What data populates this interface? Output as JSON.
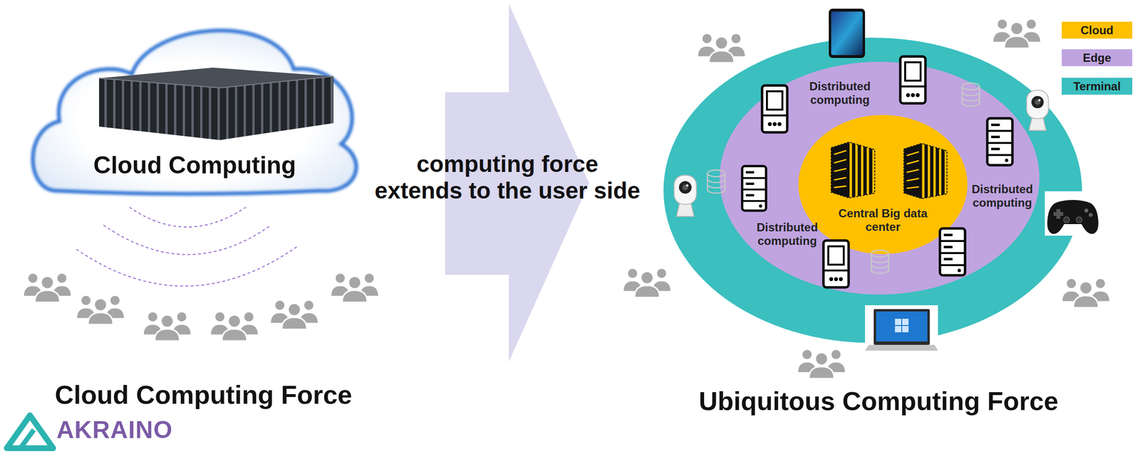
{
  "diagram": {
    "nodes": [
      {
        "text": [
          "Cloud Computing"
        ]
      },
      {
        "text": [
          "computing force extends to the user side"
        ]
      },
      {
        "text": [
          "Ubiquitous Computing Force"
        ]
      },
      {
        "text": [
          "Distributed computing",
          "Distributed computing",
          "Distributed computing"
        ],
        "in": 2
      },
      {
        "text": [
          "Central Big data center"
        ],
        "in": 3
      }
    ],
    "labels": [
      "Cloud Computing Force",
      "AKRAINO"
    ],
    "legend": [
      {
        "text": "Cloud",
        "color": "#FFC000"
      },
      {
        "text": "Edge",
        "color": "#C0A4E0"
      },
      {
        "text": "Terminal",
        "color": "#3BBFBF"
      }
    ]
  }
}
